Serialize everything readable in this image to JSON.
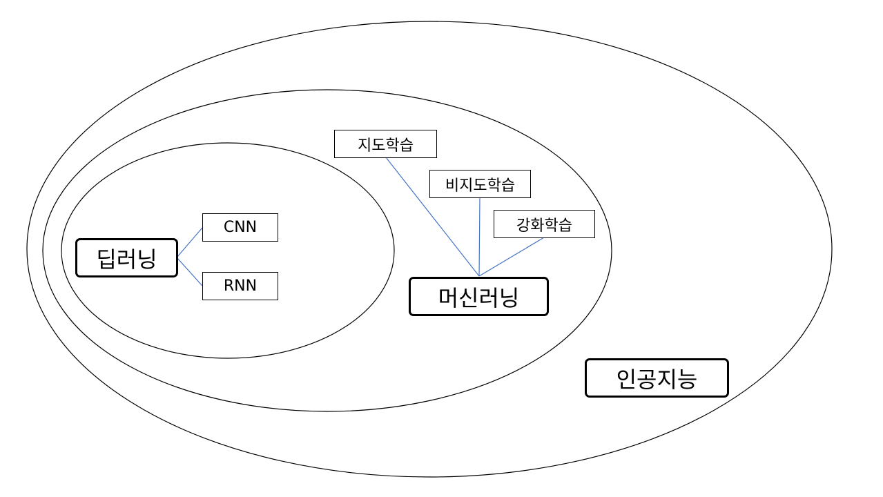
{
  "colors": {
    "ellipse_stroke": "#000000",
    "connector": "#4472C4",
    "background": "#ffffff"
  },
  "sets": {
    "ai": "인공지능",
    "ml": "머신러닝",
    "dl": "딥러닝"
  },
  "ml_children": [
    "지도학습",
    "비지도학습",
    "강화학습"
  ],
  "dl_children": [
    "CNN",
    "RNN"
  ]
}
